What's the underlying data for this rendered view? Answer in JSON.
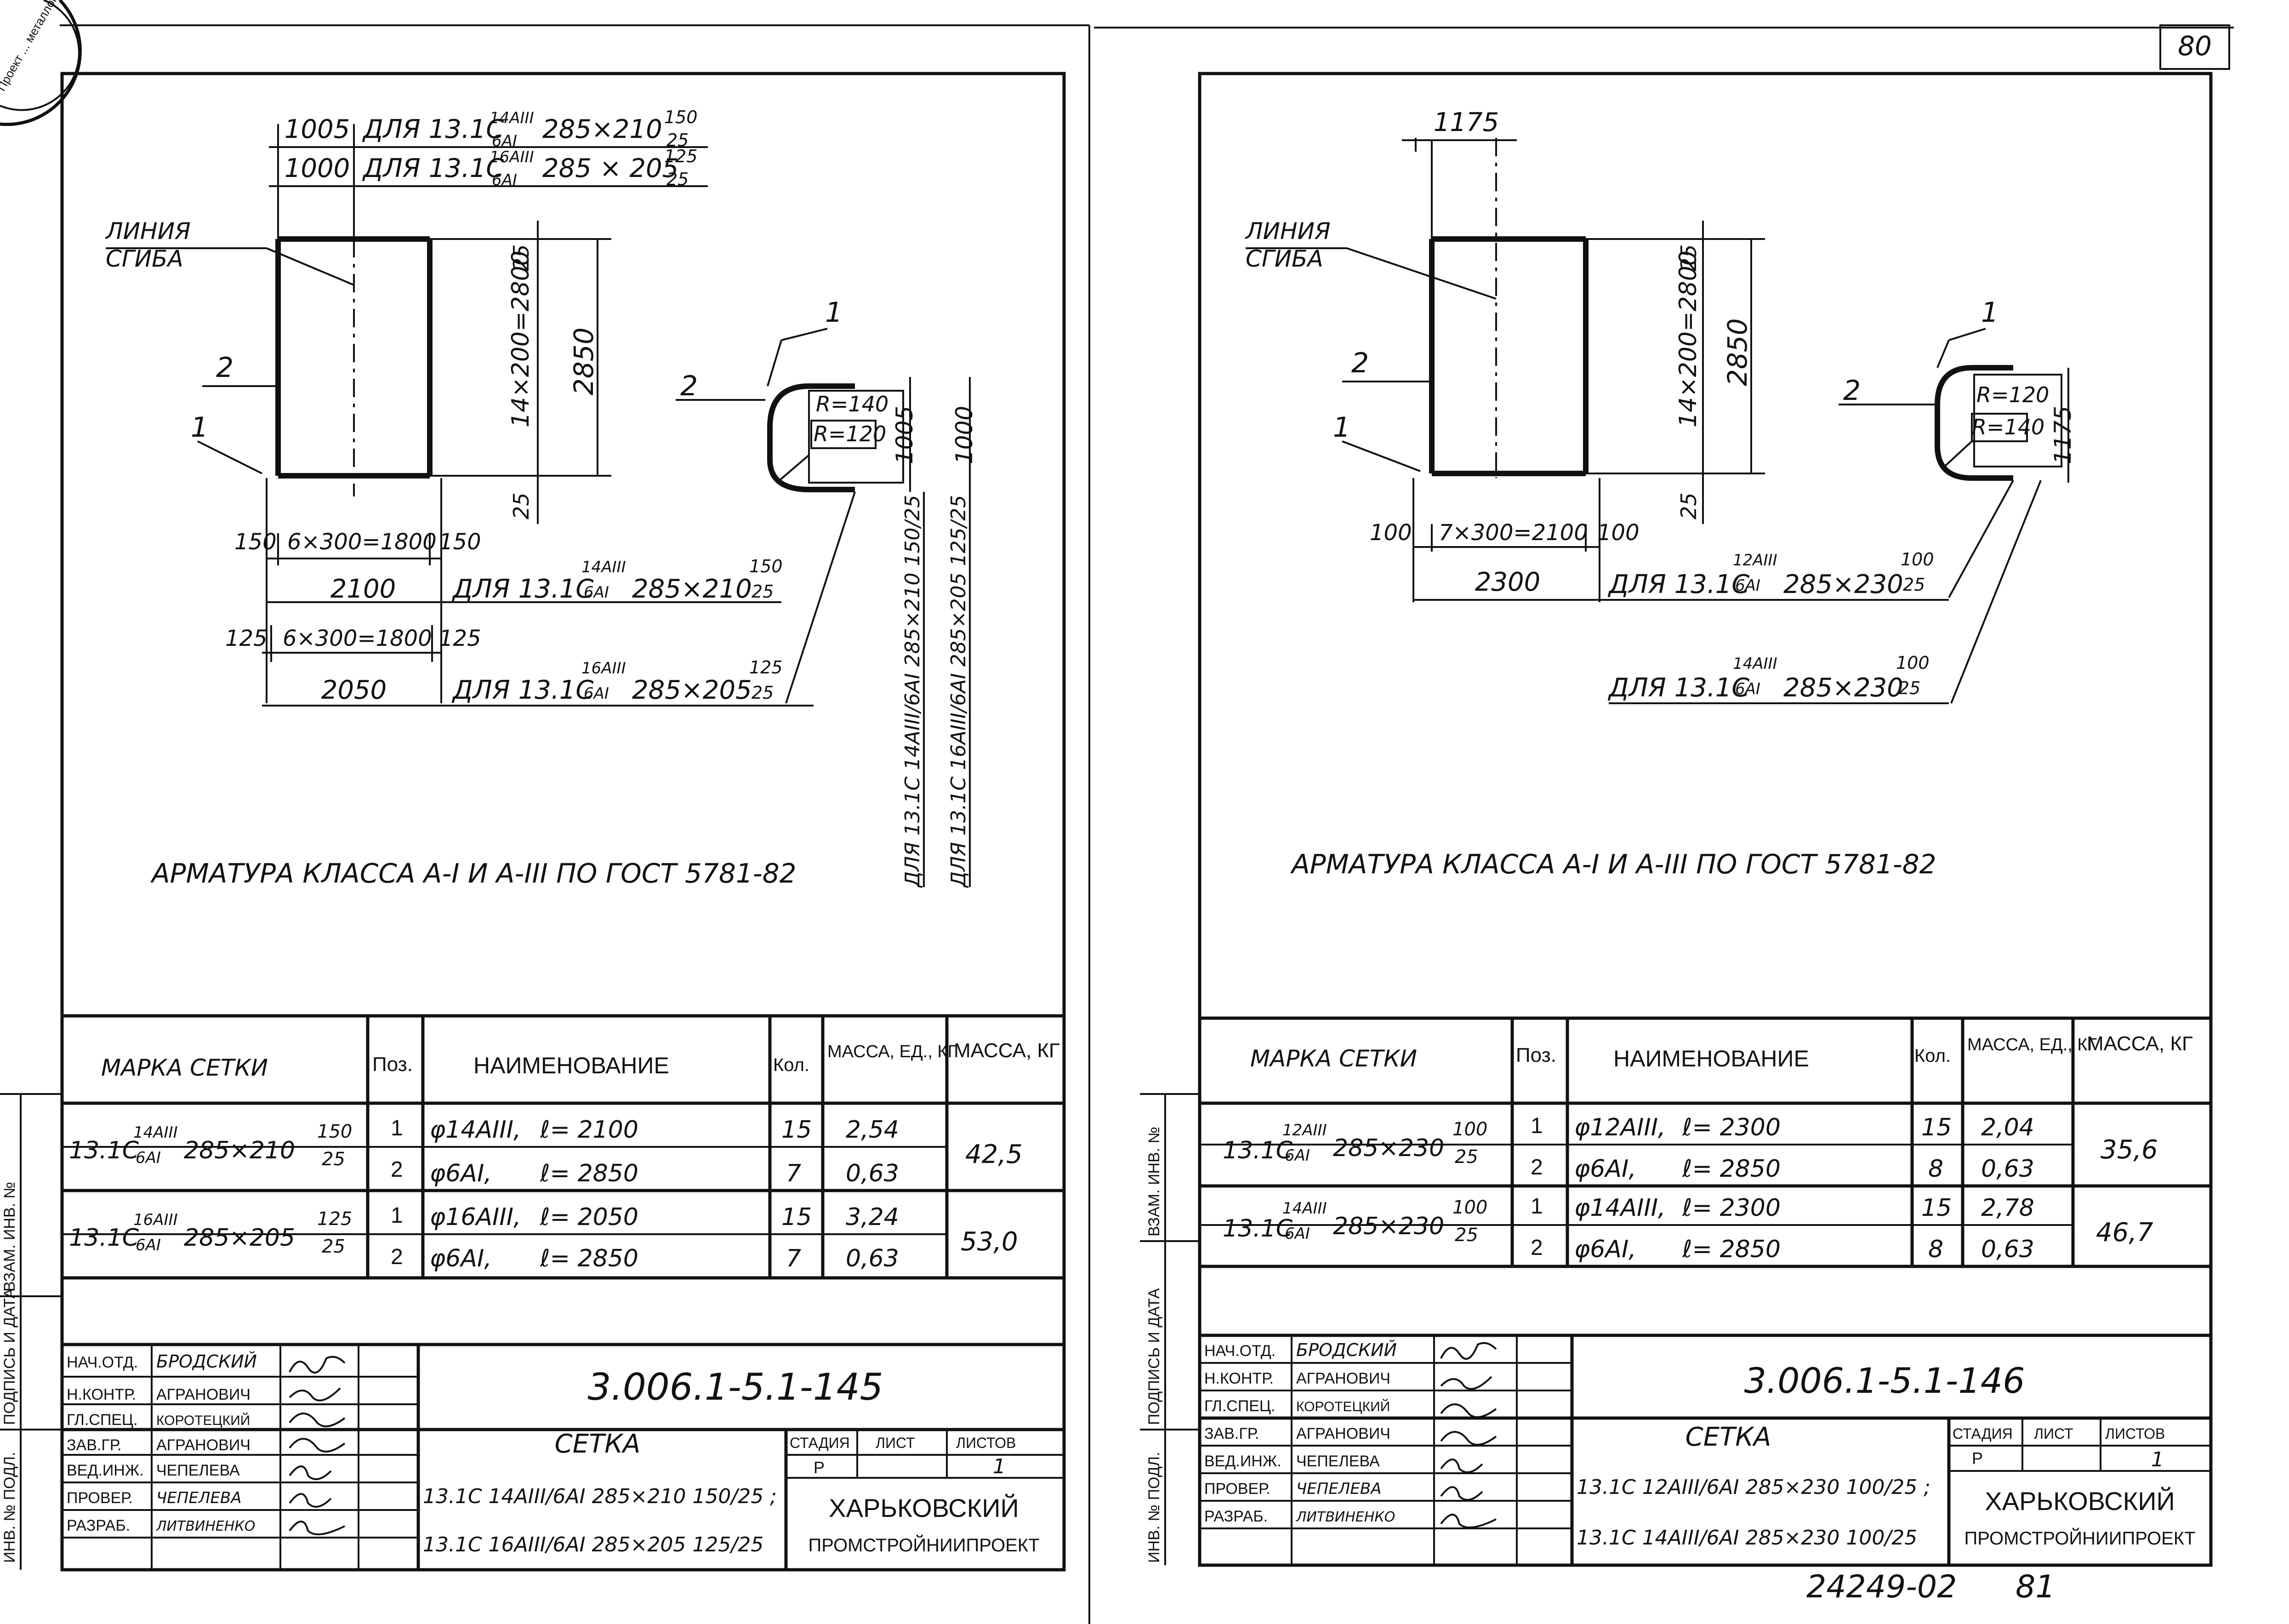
{
  "page_number": "80",
  "bottom_code": "24249-02",
  "bottom_page": "81",
  "stamp_text": "Проект ... металлоконструкций",
  "left_sheet": {
    "dims": {
      "top1": "1005",
      "top1_label": "ДЛЯ 13.1С",
      "top1_frac_num": "14AIII",
      "top1_frac_den": "6AI",
      "top1_size": "285×210",
      "top1_size_num": "150",
      "top1_size_den": "25",
      "top2": "1000",
      "top2_label": "ДЛЯ 13.1С",
      "top2_frac_num": "16AIII",
      "top2_frac_den": "6AI",
      "top2_size": "285 × 205",
      "top2_size_num": "125",
      "top2_size_den": "25",
      "vertical_pitch": "14×200=2800",
      "vertical_top": "25",
      "vertical_bottom": "25",
      "vertical_total": "2850",
      "bottom1_left": "150",
      "bottom1_mid": "6×300=1800",
      "bottom1_right": "150",
      "bottom1_total": "2100",
      "bottom1_label": "ДЛЯ 13.1С",
      "bottom1_frac_num": "14AIII",
      "bottom1_frac_den": "6AI",
      "bottom1_size": "285×210",
      "bottom1_size_num": "150",
      "bottom1_size_den": "25",
      "bottom2_left": "125",
      "bottom2_mid": "6×300=1800",
      "bottom2_right": "125",
      "bottom2_total": "2050",
      "bottom2_label": "ДЛЯ 13.1С",
      "bottom2_frac_num": "16AIII",
      "bottom2_frac_den": "6AI",
      "bottom2_size": "285×205",
      "bottom2_size_num": "125",
      "bottom2_size_den": "25",
      "bend_r1": "R=140",
      "bend_r2": "R=120",
      "bend_h1": "1005",
      "bend_h2": "1000",
      "vert_label1": "ДЛЯ 13.1С 14AIII/6AI 285×210 150/25",
      "vert_label2": "ДЛЯ 13.1С 16AIII/6AI 285×205 125/25"
    },
    "bend_line_label_1": "ЛИНИЯ",
    "bend_line_label_2": "СГИБА",
    "pos1": "1",
    "pos2": "2",
    "note": "АРМАТУРА КЛАССА А-I И А-III ПО ГОСТ 5781-82",
    "table": {
      "headers": [
        "МАРКА СЕТКИ",
        "Поз.",
        "НАИМЕНОВАНИЕ",
        "Кол.",
        "МАССА, ЕД., КГ",
        "МАССА, КГ"
      ],
      "groups": [
        {
          "mark_prefix": "13.1С",
          "mark_num": "14AIII",
          "mark_den": "6AI",
          "mark_size": "285×210",
          "mark_snum": "150",
          "mark_sden": "25",
          "total": "42,5",
          "rows": [
            {
              "pos": "1",
              "name": "φ14AIII,",
              "len": "ℓ= 2100",
              "qty": "15",
              "unit": "2,54"
            },
            {
              "pos": "2",
              "name": "φ6AI,",
              "len": "ℓ= 2850",
              "qty": "7",
              "unit": "0,63"
            }
          ]
        },
        {
          "mark_prefix": "13.1С",
          "mark_num": "16AIII",
          "mark_den": "6AI",
          "mark_size": "285×205",
          "mark_snum": "125",
          "mark_sden": "25",
          "total": "53,0",
          "rows": [
            {
              "pos": "1",
              "name": "φ16AIII,",
              "len": "ℓ= 2050",
              "qty": "15",
              "unit": "3,24"
            },
            {
              "pos": "2",
              "name": "φ6AI,",
              "len": "ℓ= 2850",
              "qty": "7",
              "unit": "0,63"
            }
          ]
        }
      ]
    },
    "title_block": {
      "roles": [
        "НАЧ.ОТД.",
        "Н.КОНТР.",
        "ГЛ.СПЕЦ.",
        "ЗАВ.ГР.",
        "ВЕД.ИНЖ.",
        "ПРОВЕР.",
        "РАЗРАБ."
      ],
      "names": [
        "БРОДСКИЙ",
        "АГРАНОВИЧ",
        "КОРОТЕЦКИЙ",
        "АГРАНОВИЧ",
        "ЧЕПЕЛЕВА",
        "ЧЕПЕЛЕВА",
        "ЛИТВИНЕНКО"
      ],
      "doc_code": "3.006.1-5.1-145",
      "title": "СЕТКА",
      "title_line1": "13.1С 14AIII/6AI 285×210 150/25 ;",
      "title_line2": "13.1С 16AIII/6AI 285×205 125/25",
      "stage_label": "СТАДИЯ",
      "sheet_label": "ЛИСТ",
      "sheets_label": "ЛИСТОВ",
      "stage": "Р",
      "sheets": "1",
      "org1": "ХАРЬКОВСКИЙ",
      "org2": "ПРОМСТРОЙНИИПРОЕКТ"
    }
  },
  "right_sheet": {
    "dims": {
      "top": "1175",
      "vertical_pitch": "14×200=2800",
      "vertical_top": "25",
      "vertical_bottom": "25",
      "vertical_total": "2850",
      "bottom_left": "100",
      "bottom_mid": "7×300=2100",
      "bottom_right": "100",
      "bottom_total": "2300",
      "bottom1_label": "ДЛЯ 13.1С",
      "bottom1_frac_num": "12AIII",
      "bottom1_frac_den": "6AI",
      "bottom1_size": "285×230",
      "bottom1_size_num": "100",
      "bottom1_size_den": "25",
      "bottom2_label": "ДЛЯ 13.1С",
      "bottom2_frac_num": "14AIII",
      "bottom2_frac_den": "6AI",
      "bottom2_size": "285×230",
      "bottom2_size_num": "100",
      "bottom2_size_den": "25",
      "bend_r1": "R=120",
      "bend_r2": "R=140",
      "bend_h": "1175"
    },
    "bend_line_label_1": "ЛИНИЯ",
    "bend_line_label_2": "СГИБА",
    "pos1": "1",
    "pos2": "2",
    "note": "АРМАТУРА КЛАССА А-I И А-III ПО ГОСТ 5781-82",
    "table": {
      "headers": [
        "МАРКА СЕТКИ",
        "Поз.",
        "НАИМЕНОВАНИЕ",
        "Кол.",
        "МАССА, ЕД., КГ",
        "МАССА, КГ"
      ],
      "groups": [
        {
          "mark_prefix": "13.1С",
          "mark_num": "12AIII",
          "mark_den": "6AI",
          "mark_size": "285×230",
          "mark_snum": "100",
          "mark_sden": "25",
          "total": "35,6",
          "rows": [
            {
              "pos": "1",
              "name": "φ12AIII,",
              "len": "ℓ= 2300",
              "qty": "15",
              "unit": "2,04"
            },
            {
              "pos": "2",
              "name": "φ6AI,",
              "len": "ℓ= 2850",
              "qty": "8",
              "unit": "0,63"
            }
          ]
        },
        {
          "mark_prefix": "13.1С",
          "mark_num": "14AIII",
          "mark_den": "6AI",
          "mark_size": "285×230",
          "mark_snum": "100",
          "mark_sden": "25",
          "total": "46,7",
          "rows": [
            {
              "pos": "1",
              "name": "φ14AIII,",
              "len": "ℓ= 2300",
              "qty": "15",
              "unit": "2,78"
            },
            {
              "pos": "2",
              "name": "φ6AI,",
              "len": "ℓ= 2850",
              "qty": "8",
              "unit": "0,63"
            }
          ]
        }
      ]
    },
    "title_block": {
      "roles": [
        "НАЧ.ОТД.",
        "Н.КОНТР.",
        "ГЛ.СПЕЦ.",
        "ЗАВ.ГР.",
        "ВЕД.ИНЖ.",
        "ПРОВЕР.",
        "РАЗРАБ."
      ],
      "names": [
        "БРОДСКИЙ",
        "АГРАНОВИЧ",
        "КОРОТЕЦКИЙ",
        "АГРАНОВИЧ",
        "ЧЕПЕЛЕВА",
        "ЧЕПЕЛЕВА",
        "ЛИТВИНЕНКО"
      ],
      "doc_code": "3.006.1-5.1-146",
      "title": "СЕТКА",
      "title_line1": "13.1С 12AIII/6AI 285×230 100/25 ;",
      "title_line2": "13.1С 14AIII/6AI 285×230 100/25",
      "stage_label": "СТАДИЯ",
      "sheet_label": "ЛИСТ",
      "sheets_label": "ЛИСТОВ",
      "stage": "Р",
      "sheets": "1",
      "org1": "ХАРЬКОВСКИЙ",
      "org2": "ПРОМСТРОЙНИИПРОЕКТ"
    }
  },
  "side_strip": {
    "inv_orig": "ИНВ. № ПОДЛ.",
    "sign_date": "ПОДПИСЬ И ДАТА",
    "inv_repl": "ВЗАМ. ИНВ. №"
  }
}
